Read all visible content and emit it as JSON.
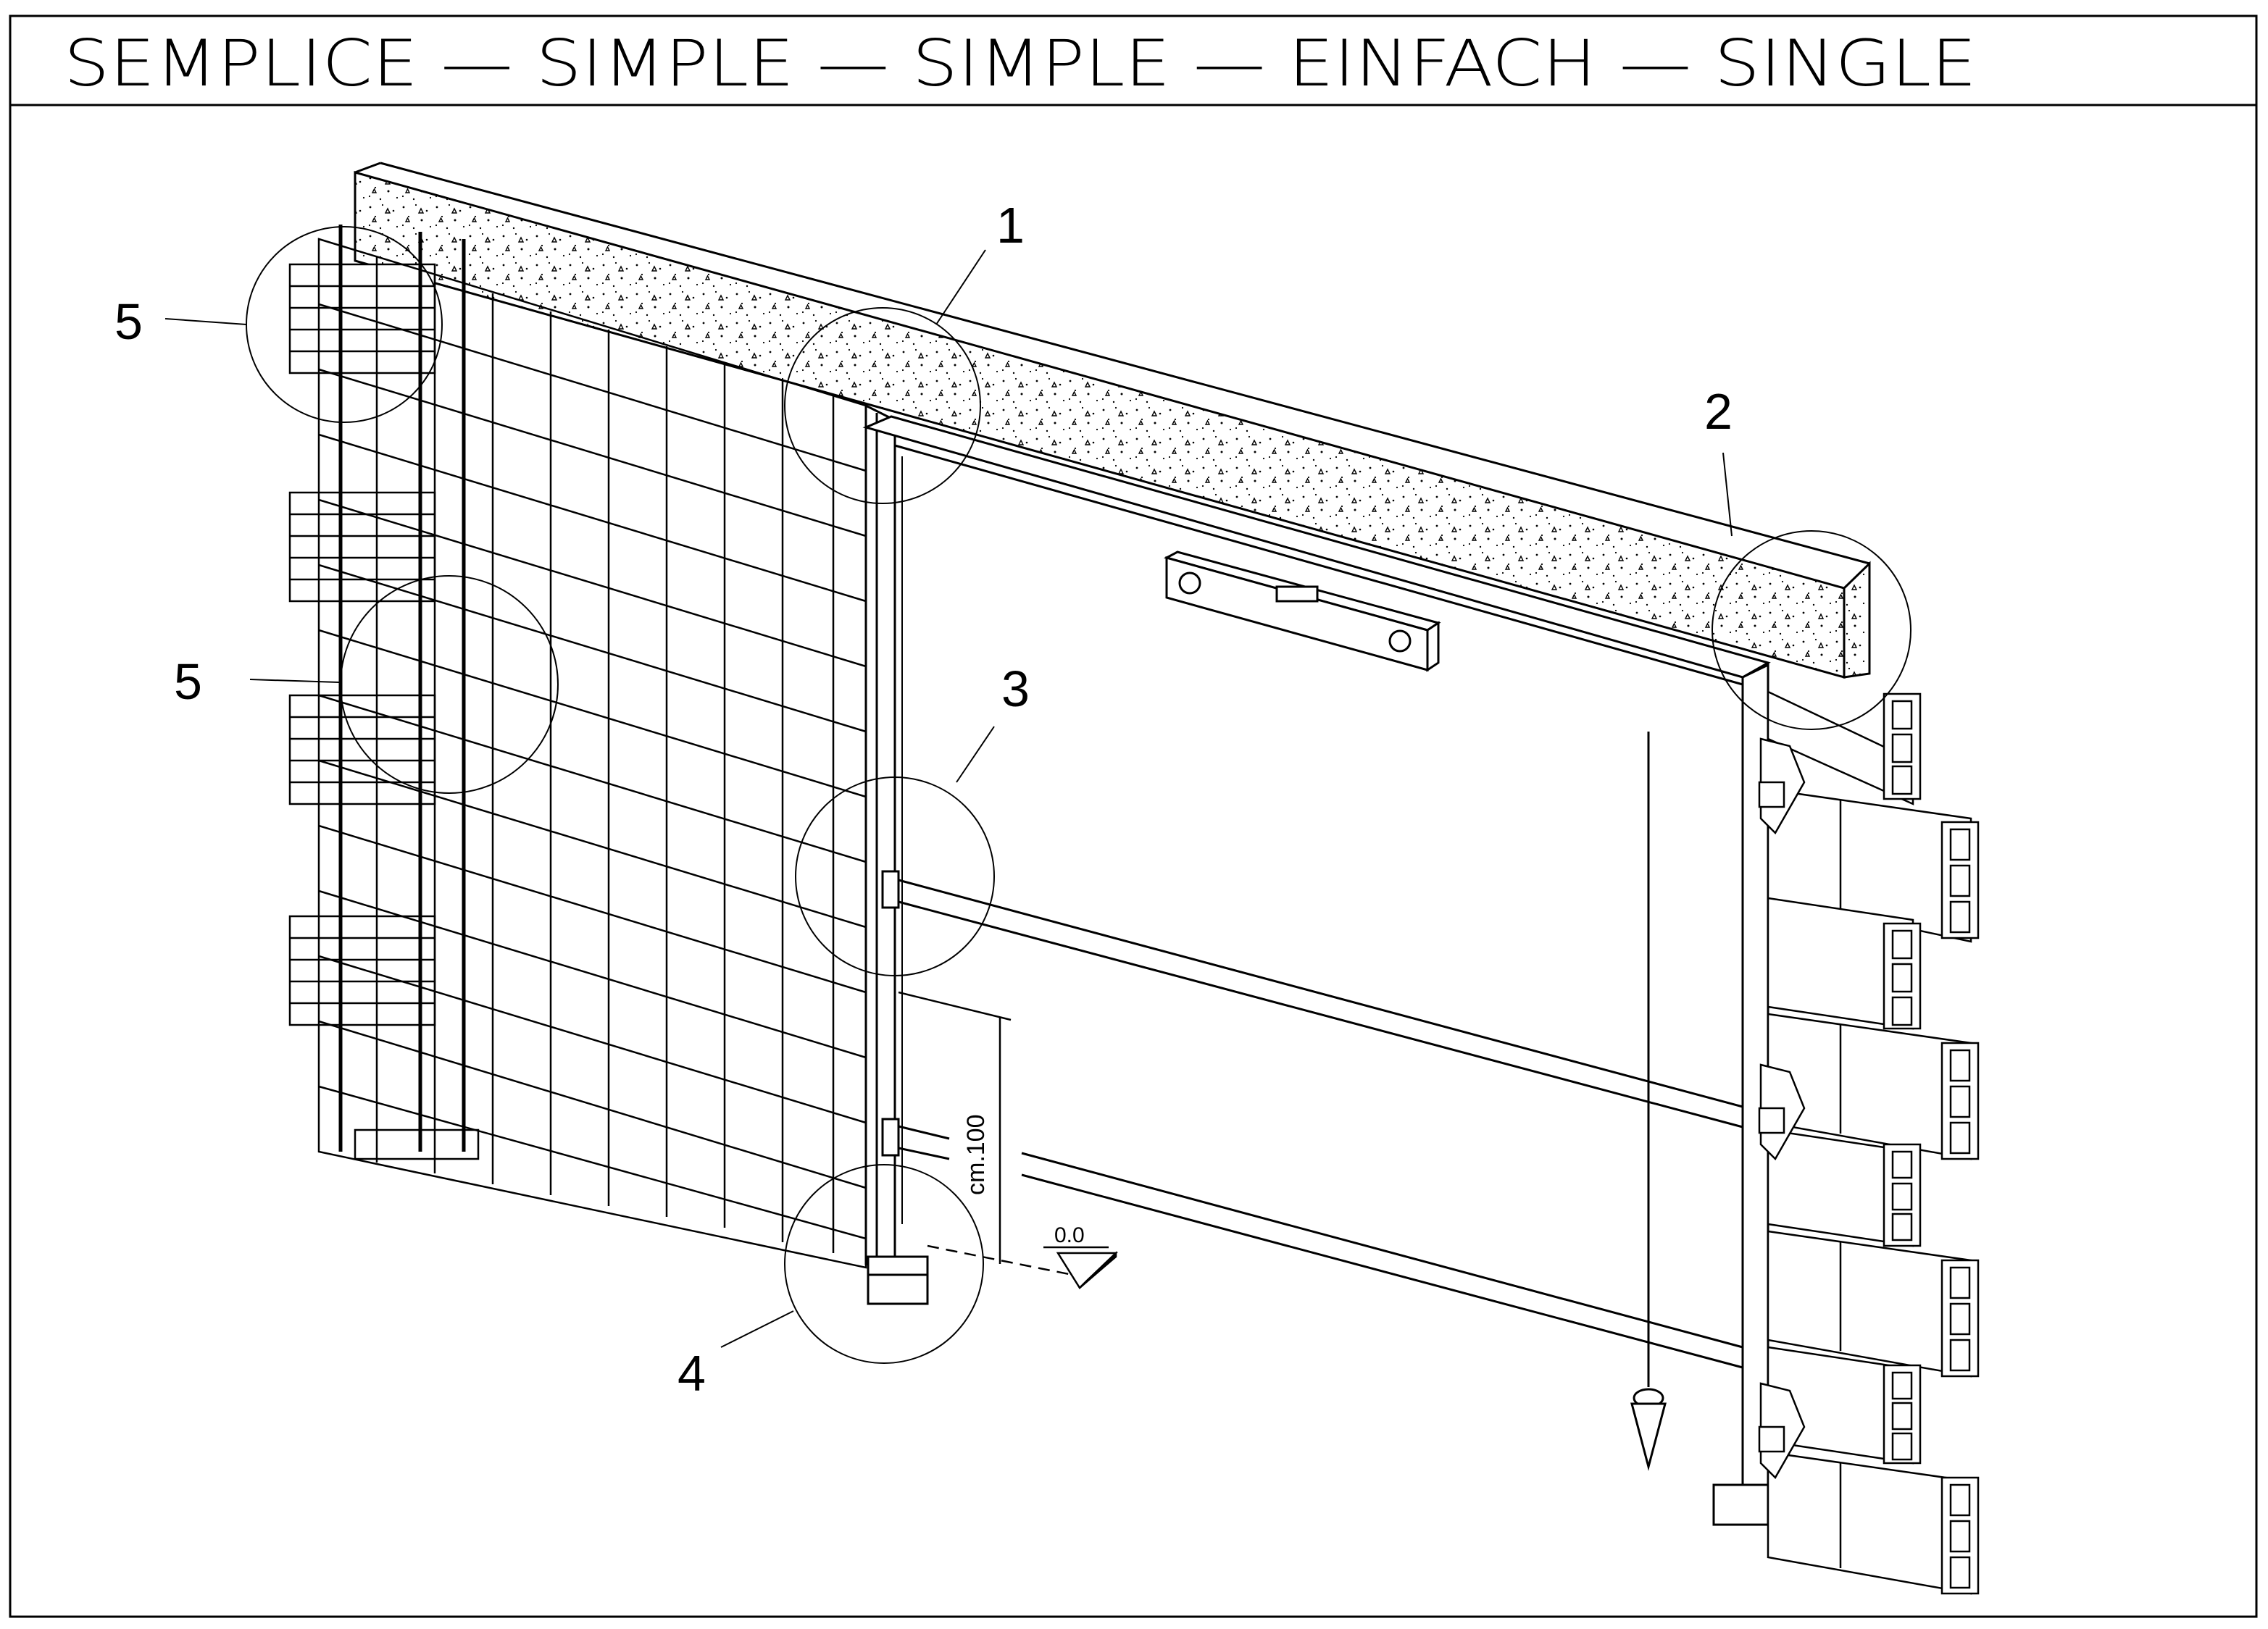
{
  "header": {
    "title": "SEMPLICE — SIMPLE — SIMPLE — EINFACH — SINGLE"
  },
  "callouts": [
    "1",
    "2",
    "3",
    "4",
    "5",
    "5"
  ],
  "dimension": {
    "height_label": "cm.100"
  },
  "level_marker": {
    "label": "0.0"
  },
  "colors": {
    "ink": "#000000",
    "paper": "#ffffff"
  }
}
